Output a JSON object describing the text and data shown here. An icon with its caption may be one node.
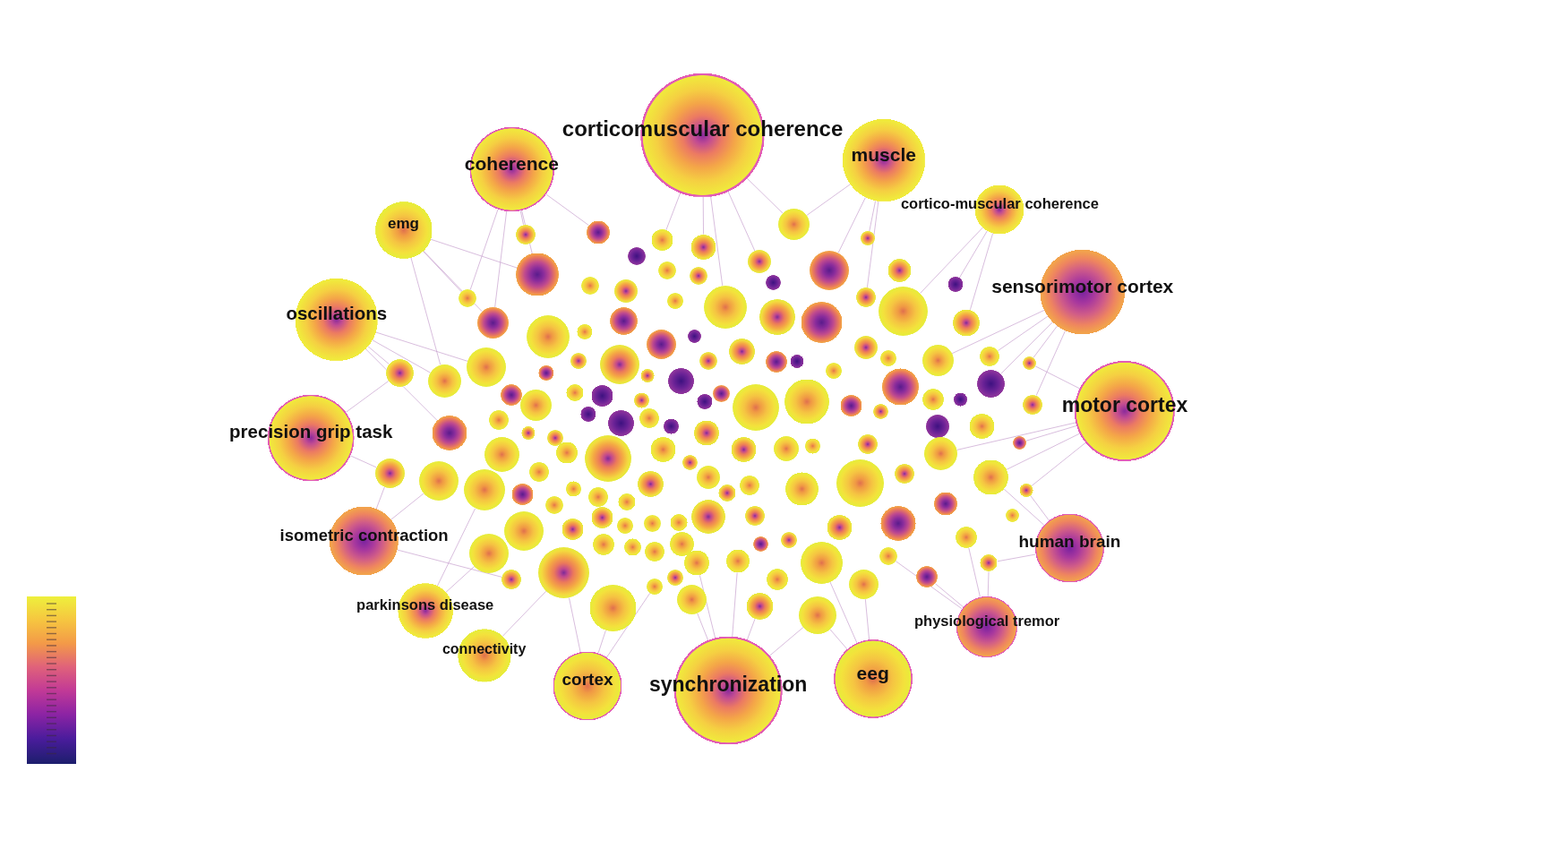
{
  "diagram": {
    "nodes": [
      {
        "text": [
          "corticomuscular coherence"
        ]
      },
      {
        "text": [
          "coherence"
        ]
      },
      {
        "text": [
          "muscle"
        ]
      },
      {
        "text": [
          "cortico-muscular coherence"
        ]
      },
      {
        "text": [
          "emg"
        ]
      },
      {
        "text": [
          "oscillations"
        ]
      },
      {
        "text": [
          "sensorimotor cortex"
        ]
      },
      {
        "text": [
          "precision grip task"
        ]
      },
      {
        "text": [
          "motor cortex"
        ]
      },
      {
        "text": [
          "isometric contraction"
        ]
      },
      {
        "text": [
          "human brain"
        ]
      },
      {
        "text": [
          "parkinsons disease"
        ]
      },
      {
        "text": [
          "physiological tremor"
        ]
      },
      {
        "text": [
          "connectivity"
        ]
      },
      {
        "text": [
          "cortex"
        ]
      },
      {
        "text": [
          "synchronization"
        ]
      },
      {
        "text": [
          "eeg"
        ]
      },
      {
        "text": [],
        "shape": "circle"
      },
      {
        "text": [],
        "shape": "circle"
      },
      {
        "text": [],
        "shape": "circle"
      },
      {
        "text": [],
        "shape": "circle"
      },
      {
        "text": [],
        "shape": "circle"
      },
      {
        "text": [],
        "shape": "circle"
      },
      {
        "text": [],
        "shape": "circle"
      },
      {
        "text": [],
        "shape": "circle"
      },
      {
        "text": [],
        "shape": "circle"
      },
      {
        "text": [],
        "shape": "circle"
      },
      {
        "text": [],
        "shape": "circle"
      },
      {
        "text": [],
        "shape": "circle"
      },
      {
        "text": [],
        "shape": "circle"
      },
      {
        "text": [],
        "shape": "circle"
      },
      {
        "text": [],
        "shape": "circle"
      },
      {
        "text": [],
        "shape": "circle"
      },
      {
        "text": [],
        "shape": "circle"
      },
      {
        "text": [],
        "shape": "circle"
      },
      {
        "text": [],
        "shape": "circle"
      },
      {
        "text": [],
        "shape": "circle"
      },
      {
        "text": [],
        "shape": "circle"
      },
      {
        "text": [],
        "shape": "circle"
      },
      {
        "text": [],
        "shape": "circle"
      },
      {
        "text": [],
        "shape": "circle"
      },
      {
        "text": [],
        "shape": "circle"
      },
      {
        "text": [],
        "shape": "circle"
      },
      {
        "text": [],
        "shape": "circle"
      },
      {
        "text": [],
        "shape": "circle"
      },
      {
        "text": [],
        "shape": "circle"
      },
      {
        "text": [],
        "shape": "circle"
      },
      {
        "text": [],
        "shape": "circle"
      },
      {
        "text": [],
        "shape": "circle"
      },
      {
        "text": [],
        "shape": "circle"
      },
      {
        "text": [],
        "shape": "circle"
      },
      {
        "text": [],
        "shape": "circle"
      },
      {
        "text": [],
        "shape": "circle"
      },
      {
        "text": [],
        "shape": "circle"
      },
      {
        "text": [],
        "shape": "circle"
      },
      {
        "text": [],
        "shape": "circle"
      },
      {
        "text": [],
        "shape": "circle"
      },
      {
        "text": [],
        "shape": "circle"
      },
      {
        "text": [],
        "shape": "circle"
      },
      {
        "text": [],
        "shape": "circle"
      },
      {
        "text": [],
        "shape": "circle"
      },
      {
        "text": [],
        "shape": "circle"
      },
      {
        "text": [],
        "shape": "circle"
      },
      {
        "text": [],
        "shape": "circle"
      },
      {
        "text": [],
        "shape": "circle"
      },
      {
        "text": [],
        "shape": "circle"
      },
      {
        "text": [],
        "shape": "circle"
      },
      {
        "text": [],
        "shape": "circle"
      },
      {
        "text": [],
        "shape": "circle"
      },
      {
        "text": [],
        "shape": "circle"
      },
      {
        "text": [],
        "shape": "circle"
      },
      {
        "text": [],
        "shape": "circle"
      },
      {
        "text": [],
        "shape": "circle"
      },
      {
        "text": [],
        "shape": "circle"
      },
      {
        "text": [],
        "shape": "circle"
      },
      {
        "text": [],
        "shape": "circle"
      },
      {
        "text": [],
        "shape": "circle"
      },
      {
        "text": [],
        "shape": "circle"
      },
      {
        "text": [],
        "shape": "circle"
      },
      {
        "text": [],
        "shape": "circle"
      },
      {
        "text": [],
        "shape": "circle"
      },
      {
        "text": [],
        "shape": "circle"
      },
      {
        "text": [],
        "shape": "circle"
      },
      {
        "text": [],
        "shape": "circle"
      },
      {
        "text": [],
        "shape": "circle"
      },
      {
        "text": [],
        "shape": "circle"
      },
      {
        "text": [],
        "shape": "circle"
      },
      {
        "text": [],
        "shape": "circle"
      },
      {
        "text": [],
        "shape": "circle"
      },
      {
        "text": [],
        "shape": "circle"
      },
      {
        "text": [],
        "shape": "circle"
      },
      {
        "text": [],
        "shape": "circle"
      },
      {
        "text": [],
        "shape": "circle"
      },
      {
        "text": [],
        "shape": "circle"
      },
      {
        "text": [],
        "shape": "circle"
      },
      {
        "text": [],
        "shape": "circle"
      },
      {
        "text": [],
        "shape": "circle"
      },
      {
        "text": [],
        "shape": "circle"
      },
      {
        "text": [],
        "shape": "circle"
      },
      {
        "text": [],
        "shape": "circle"
      },
      {
        "text": [],
        "shape": "circle"
      },
      {
        "text": [],
        "shape": "circle"
      },
      {
        "text": [],
        "shape": "circle"
      },
      {
        "text": [],
        "shape": "circle"
      },
      {
        "text": [],
        "shape": "circle"
      },
      {
        "text": [],
        "shape": "circle"
      },
      {
        "text": [],
        "shape": "circle"
      },
      {
        "text": [],
        "shape": "circle"
      },
      {
        "text": [],
        "shape": "circle"
      },
      {
        "text": [],
        "shape": "circle"
      },
      {
        "text": [],
        "shape": "circle"
      },
      {
        "text": [],
        "shape": "circle"
      },
      {
        "text": [],
        "shape": "circle"
      },
      {
        "text": [],
        "shape": "circle"
      },
      {
        "text": [],
        "shape": "circle"
      },
      {
        "text": [],
        "shape": "circle"
      },
      {
        "text": [],
        "shape": "circle"
      },
      {
        "text": [],
        "shape": "circle"
      },
      {
        "text": [],
        "shape": "circle"
      },
      {
        "text": [],
        "shape": "circle"
      },
      {
        "text": [],
        "shape": "circle"
      },
      {
        "text": [],
        "shape": "circle"
      },
      {
        "text": [],
        "shape": "circle"
      },
      {
        "text": [],
        "shape": "circle"
      },
      {
        "text": [],
        "shape": "circle"
      },
      {
        "text": [],
        "shape": "circle"
      },
      {
        "text": [],
        "shape": "circle"
      },
      {
        "text": [],
        "shape": "circle"
      },
      {
        "text": [],
        "shape": "circle"
      },
      {
        "text": [],
        "shape": "circle"
      },
      {
        "text": [],
        "shape": "circle"
      },
      {
        "text": [],
        "shape": "circle"
      },
      {
        "text": [],
        "shape": "circle"
      },
      {
        "text": [],
        "shape": "circle"
      },
      {
        "text": [],
        "shape": "circle"
      },
      {
        "text": [],
        "shape": "circle"
      },
      {
        "text": [],
        "shape": "circle"
      },
      {
        "text": [],
        "shape": "circle"
      },
      {
        "text": [],
        "shape": "circle"
      },
      {
        "text": [],
        "shape": "circle"
      },
      {
        "text": [],
        "shape": "circle"
      },
      {
        "text": [],
        "shape": "circle"
      },
      {
        "text": [],
        "shape": "circle"
      },
      {
        "text": [],
        "shape": "circle"
      },
      {
        "text": [],
        "shape": "circle"
      },
      {
        "text": [],
        "shape": "circle"
      },
      {
        "text": [],
        "shape": "circle"
      },
      {
        "text": [],
        "shape": "circle"
      },
      {
        "text": [],
        "shape": "circle"
      },
      {
        "text": [],
        "shape": "circle"
      },
      {
        "text": [],
        "shape": "circle"
      },
      {
        "text": [],
        "shape": "circle"
      },
      {
        "text": [],
        "shape": "circle"
      },
      {
        "text": [],
        "shape": "circle"
      },
      {
        "text": [],
        "shape": "circle"
      },
      {
        "text": [],
        "shape": "circle"
      },
      {
        "text": [],
        "shape": "circle"
      },
      {
        "text": [],
        "shape": "circle"
      }
    ],
    "edges": [
      {
        "from": 0,
        "to": 19,
        "arrow": "none"
      },
      {
        "from": 0,
        "to": 20,
        "arrow": "none"
      },
      {
        "from": 0,
        "to": 21,
        "arrow": "none"
      },
      {
        "from": 0,
        "to": 26,
        "arrow": "none"
      },
      {
        "from": 0,
        "to": 36,
        "arrow": "none"
      },
      {
        "from": 1,
        "to": 17,
        "arrow": "none"
      },
      {
        "from": 1,
        "to": 18,
        "arrow": "none"
      },
      {
        "from": 1,
        "to": 31,
        "arrow": "none"
      },
      {
        "from": 1,
        "to": 35,
        "arrow": "none"
      },
      {
        "from": 1,
        "to": 42,
        "arrow": "none"
      },
      {
        "from": 2,
        "to": 23,
        "arrow": "none"
      },
      {
        "from": 2,
        "to": 27,
        "arrow": "none"
      },
      {
        "from": 2,
        "to": 39,
        "arrow": "none"
      },
      {
        "from": 2,
        "to": 21,
        "arrow": "none"
      },
      {
        "from": 3,
        "to": 29,
        "arrow": "none"
      },
      {
        "from": 3,
        "to": 40,
        "arrow": "none"
      },
      {
        "from": 3,
        "to": 41,
        "arrow": "none"
      },
      {
        "from": 4,
        "to": 35,
        "arrow": "none"
      },
      {
        "from": 4,
        "to": 42,
        "arrow": "none"
      },
      {
        "from": 4,
        "to": 53,
        "arrow": "none"
      },
      {
        "from": 4,
        "to": 31,
        "arrow": "none"
      },
      {
        "from": 5,
        "to": 52,
        "arrow": "none"
      },
      {
        "from": 5,
        "to": 53,
        "arrow": "none"
      },
      {
        "from": 5,
        "to": 54,
        "arrow": "none"
      },
      {
        "from": 5,
        "to": 86,
        "arrow": "none"
      },
      {
        "from": 6,
        "to": 68,
        "arrow": "none"
      },
      {
        "from": 6,
        "to": 69,
        "arrow": "none"
      },
      {
        "from": 6,
        "to": 70,
        "arrow": "none"
      },
      {
        "from": 6,
        "to": 71,
        "arrow": "none"
      },
      {
        "from": 6,
        "to": 76,
        "arrow": "none"
      },
      {
        "from": 7,
        "to": 52,
        "arrow": "none"
      },
      {
        "from": 7,
        "to": 105,
        "arrow": "none"
      },
      {
        "from": 8,
        "to": 70,
        "arrow": "none"
      },
      {
        "from": 8,
        "to": 97,
        "arrow": "none"
      },
      {
        "from": 8,
        "to": 104,
        "arrow": "none"
      },
      {
        "from": 8,
        "to": 115,
        "arrow": "none"
      },
      {
        "from": 8,
        "to": 116,
        "arrow": "none"
      },
      {
        "from": 9,
        "to": 105,
        "arrow": "none"
      },
      {
        "from": 9,
        "to": 106,
        "arrow": "none"
      },
      {
        "from": 9,
        "to": 144,
        "arrow": "none"
      },
      {
        "from": 10,
        "to": 115,
        "arrow": "none"
      },
      {
        "from": 10,
        "to": 116,
        "arrow": "none"
      },
      {
        "from": 10,
        "to": 151,
        "arrow": "none"
      },
      {
        "from": 11,
        "to": 134,
        "arrow": "none"
      },
      {
        "from": 11,
        "to": 107,
        "arrow": "none"
      },
      {
        "from": 12,
        "to": 141,
        "arrow": "none"
      },
      {
        "from": 12,
        "to": 142,
        "arrow": "none"
      },
      {
        "from": 12,
        "to": 150,
        "arrow": "none"
      },
      {
        "from": 12,
        "to": 151,
        "arrow": "none"
      },
      {
        "from": 13,
        "to": 143,
        "arrow": "none"
      },
      {
        "from": 14,
        "to": 143,
        "arrow": "none"
      },
      {
        "from": 14,
        "to": 152,
        "arrow": "none"
      },
      {
        "from": 14,
        "to": 154,
        "arrow": "none"
      },
      {
        "from": 15,
        "to": 145,
        "arrow": "none"
      },
      {
        "from": 15,
        "to": 146,
        "arrow": "none"
      },
      {
        "from": 15,
        "to": 155,
        "arrow": "none"
      },
      {
        "from": 15,
        "to": 156,
        "arrow": "none"
      },
      {
        "from": 15,
        "to": 157,
        "arrow": "none"
      },
      {
        "from": 16,
        "to": 148,
        "arrow": "none"
      },
      {
        "from": 16,
        "to": 149,
        "arrow": "none"
      },
      {
        "from": 16,
        "to": 157,
        "arrow": "none"
      }
    ]
  }
}
